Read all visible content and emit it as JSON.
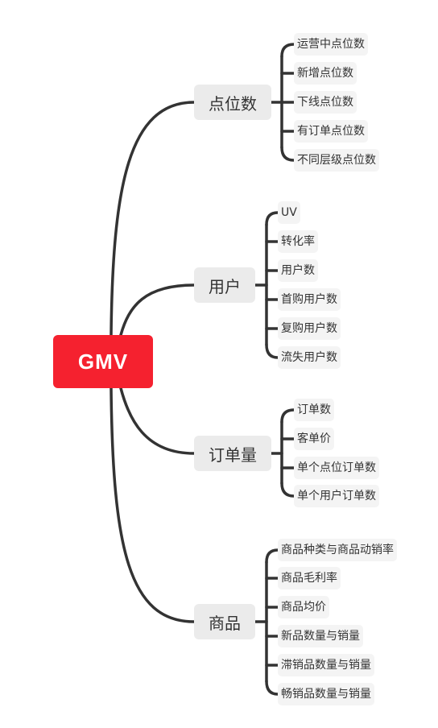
{
  "root": {
    "label": "GMV"
  },
  "branches": [
    {
      "label": "点位数",
      "leaves": [
        "运营中点位数",
        "新增点位数",
        "下线点位数",
        "有订单点位数",
        "不同层级点位数"
      ]
    },
    {
      "label": "用户",
      "leaves": [
        "UV",
        "转化率",
        "用户数",
        "首购用户数",
        "复购用户数",
        "流失用户数"
      ]
    },
    {
      "label": "订单量",
      "leaves": [
        "订单数",
        "客单价",
        "单个点位订单数",
        "单个用户订单数"
      ]
    },
    {
      "label": "商品",
      "leaves": [
        "商品种类与商品动销率",
        "商品毛利率",
        "商品均价",
        "新品数量与销量",
        "滞销品数量与销量",
        "畅销品数量与销量"
      ]
    }
  ],
  "colors": {
    "root_bg": "#f5212f",
    "line": "#333333",
    "branch_bg": "#ebebeb",
    "leaf_bg": "#f4f4f4"
  }
}
